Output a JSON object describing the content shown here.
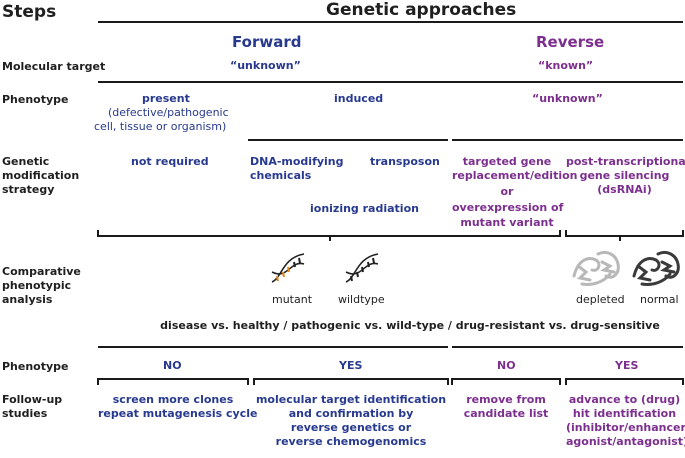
{
  "header": {
    "steps": "Steps",
    "approaches": "Genetic approaches"
  },
  "columns": {
    "forward": "Forward",
    "reverse": "Reverse"
  },
  "rows": {
    "molecular_target": "Molecular target",
    "phenotype": "Phenotype",
    "strategy": [
      "Genetic",
      "modification",
      "strategy"
    ],
    "comparative": [
      "Comparative",
      "phenotypic",
      "analysis"
    ],
    "phenotype2": "Phenotype",
    "followup": [
      "Follow-up",
      "studies"
    ]
  },
  "molecular_target": {
    "forward": "“unknown”",
    "reverse": "“known”"
  },
  "phenotype": {
    "fwd_present": "present",
    "fwd_present_sub": [
      "(defective/pathogenic",
      "cell, tissue or organism)"
    ],
    "fwd_induced": "induced",
    "reverse": "“unknown”"
  },
  "strategy": {
    "not_required": "not required",
    "dna_modifying": [
      "DNA-modifying",
      "chemicals"
    ],
    "transposon": "transposon",
    "ionizing": "ionizing radiation",
    "targeted": [
      "targeted gene",
      "replacement/edition",
      "or",
      "overexpression of",
      "mutant variant"
    ],
    "post_transcriptional": [
      "post-transcriptional",
      "gene silencing",
      "(dsRNAi)"
    ]
  },
  "comparative": {
    "mutant": "mutant",
    "wildtype": "wildtype",
    "depleted": "depleted",
    "normal": "normal",
    "comparison": "disease vs. healthy / pathogenic vs. wild-type / drug-resistant vs. drug-sensitive"
  },
  "phenotype2": {
    "fwd_no": "NO",
    "fwd_yes": "YES",
    "rev_no": "NO",
    "rev_yes": "YES"
  },
  "followup": {
    "fwd_no": [
      "screen more clones",
      "repeat mutagenesis cycle"
    ],
    "fwd_yes": [
      "molecular target identification",
      "and confirmation by",
      "reverse genetics or",
      "reverse chemogenomics"
    ],
    "rev_no": [
      "remove from",
      "candidate list"
    ],
    "rev_yes": [
      "advance to (drug)",
      "hit identification",
      "(inhibitor/enhancer,",
      "agonist/antagonist)"
    ]
  },
  "colors": {
    "forward": "#283a8f",
    "reverse": "#7c2f8e",
    "text": "#1f1f1f"
  }
}
